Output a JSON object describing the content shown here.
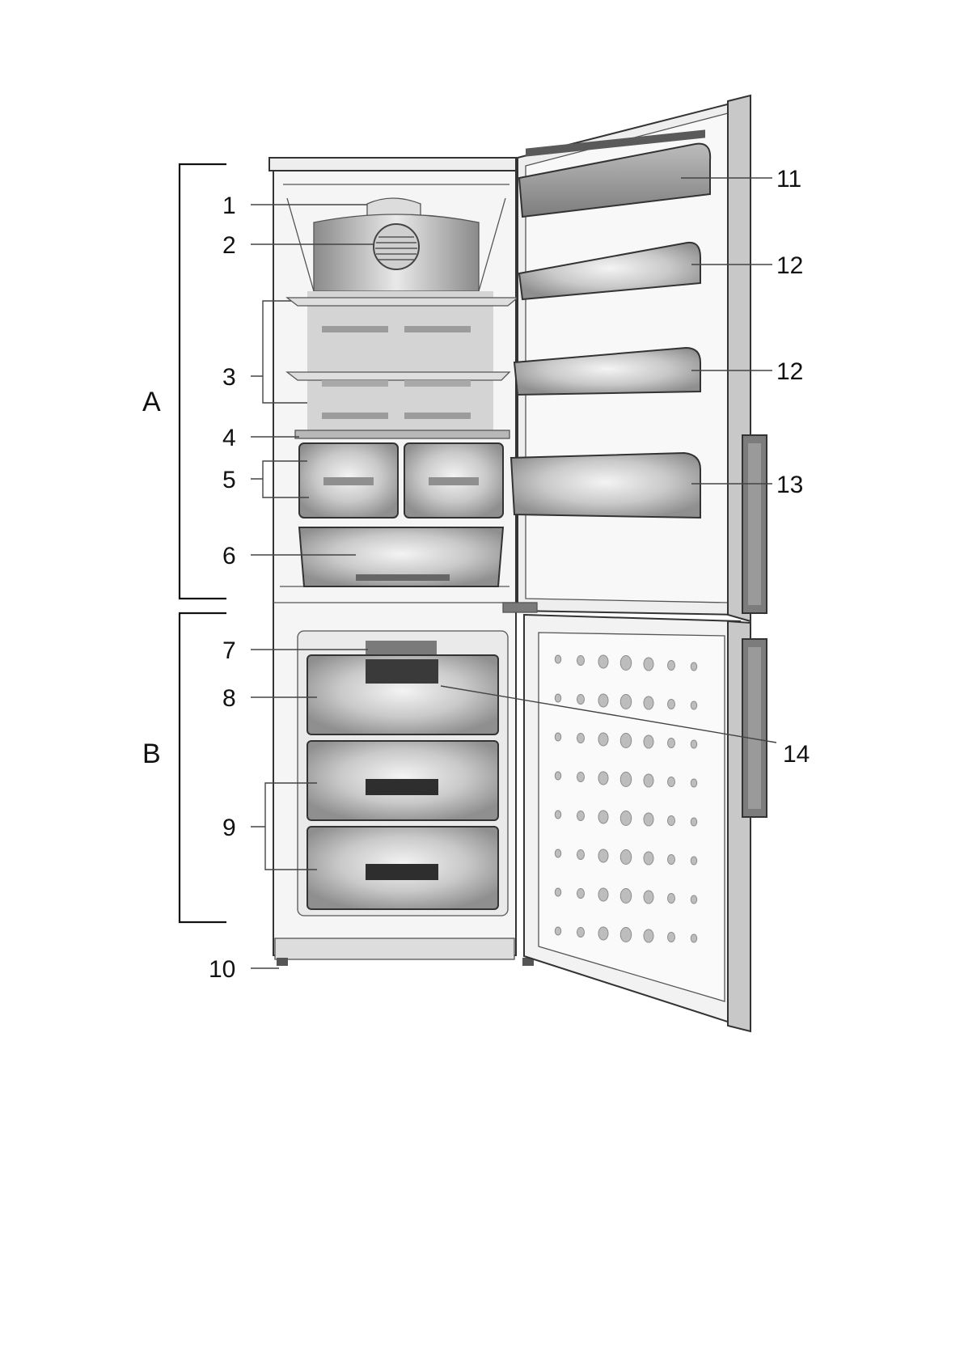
{
  "sections": [
    {
      "id": "A",
      "label": "A"
    },
    {
      "id": "B",
      "label": "B"
    }
  ],
  "callouts": [
    {
      "id": "c1",
      "label": "1"
    },
    {
      "id": "c2",
      "label": "2"
    },
    {
      "id": "c3",
      "label": "3"
    },
    {
      "id": "c4",
      "label": "4"
    },
    {
      "id": "c5",
      "label": "5"
    },
    {
      "id": "c6",
      "label": "6"
    },
    {
      "id": "c7",
      "label": "7"
    },
    {
      "id": "c8",
      "label": "8"
    },
    {
      "id": "c9",
      "label": "9"
    },
    {
      "id": "c10",
      "label": "10"
    },
    {
      "id": "c11",
      "label": "11"
    },
    {
      "id": "c12a",
      "label": "12"
    },
    {
      "id": "c12b",
      "label": "12"
    },
    {
      "id": "c13",
      "label": "13"
    },
    {
      "id": "c14",
      "label": "14"
    }
  ],
  "colors": {
    "ink": "#111111",
    "cabinet": "#f3f3f3",
    "interior": "#e6e6e6",
    "part": "#bdbdbd",
    "dark": "#3a3a3a"
  }
}
